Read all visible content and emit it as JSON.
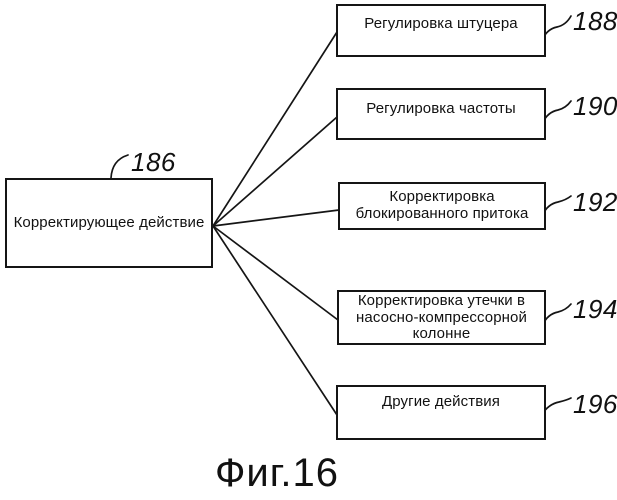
{
  "figure": {
    "caption": "Фиг.16"
  },
  "palette": {
    "ink": "#151515",
    "background": "#ffffff"
  },
  "source": {
    "label": "Корректирующее действие",
    "ref": "186"
  },
  "actions": [
    {
      "label": "Регулировка штуцера",
      "ref": "188"
    },
    {
      "label": "Регулировка частоты",
      "ref": "190"
    },
    {
      "label": "Корректировка\nблокированного притока",
      "ref": "192"
    },
    {
      "label": "Корректировка утечки в\nнасосно-компрессорной\nколонне",
      "ref": "194"
    },
    {
      "label": "Другие действия",
      "ref": "196"
    }
  ]
}
